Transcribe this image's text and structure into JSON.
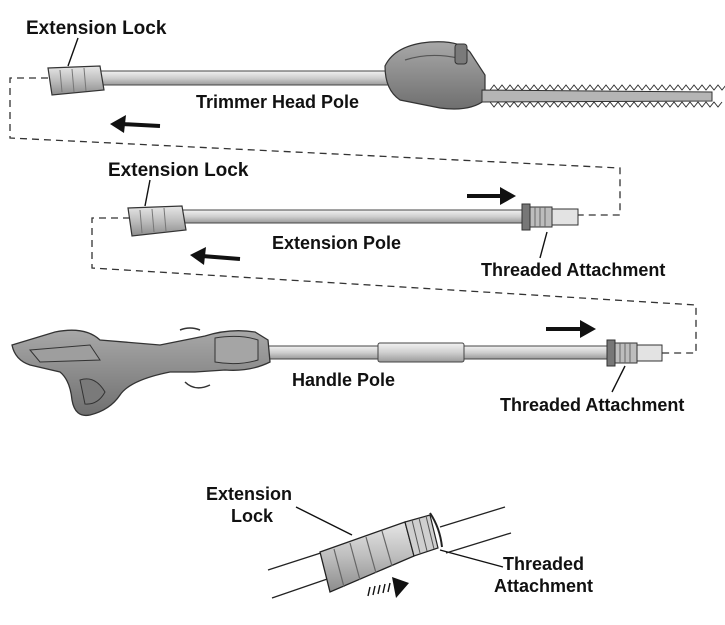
{
  "labels": {
    "extension_lock_top": "Extension Lock",
    "trimmer_head_pole": "Trimmer Head Pole",
    "extension_lock_mid": "Extension Lock",
    "extension_pole": "Extension Pole",
    "threaded_attachment_mid": "Threaded Attachment",
    "handle_pole": "Handle Pole",
    "threaded_attachment_bottom": "Threaded Attachment",
    "detail_extension_lock_line1": "Extension",
    "detail_extension_lock_line2": "Lock",
    "detail_threaded_line1": "Threaded",
    "detail_threaded_line2": "Attachment"
  },
  "colors": {
    "ink": "#111111",
    "pole_fill": "#d9d9d9",
    "dark_part": "#8a8a8a"
  }
}
